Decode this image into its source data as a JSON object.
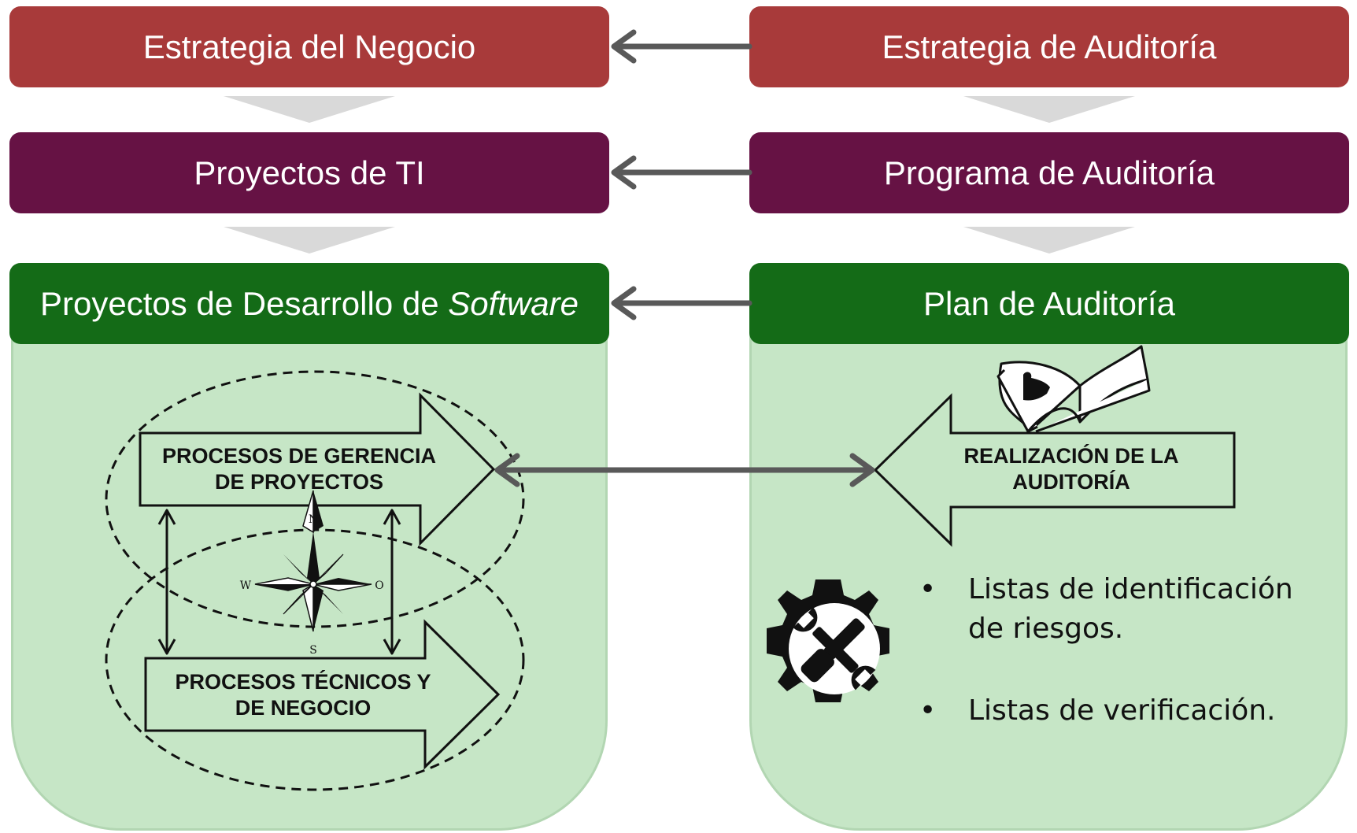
{
  "left_column": {
    "level1": "Estrategia del Negocio",
    "level2": "Proyectos de TI",
    "level3_prefix": "Proyectos de Desarrollo de ",
    "level3_italic": "Software"
  },
  "right_column": {
    "level1": "Estrategia de Auditoría",
    "level2": "Programa de Auditoría",
    "level3": "Plan de Auditoría"
  },
  "left_panel": {
    "arrow_top": [
      "PROCESOS DE GERENCIA",
      "DE PROYECTOS"
    ],
    "arrow_bottom": [
      "PROCESOS TÉCNICOS Y",
      "DE NEGOCIO"
    ],
    "compass": {
      "n": "N",
      "s": "S",
      "w": "W",
      "e": "O"
    }
  },
  "right_panel": {
    "arrow": [
      "REALIZACIÓN DE LA",
      "AUDITORÍA"
    ],
    "bullets": [
      "Listas de identificación de riesgos.",
      "Listas de verificación."
    ]
  },
  "colors": {
    "level1": "#a83a3a",
    "level2": "#661244",
    "level3": "#146b17",
    "panel": "#c6e6c6",
    "connector": "#595959",
    "chevron": "#d9d9d9"
  }
}
